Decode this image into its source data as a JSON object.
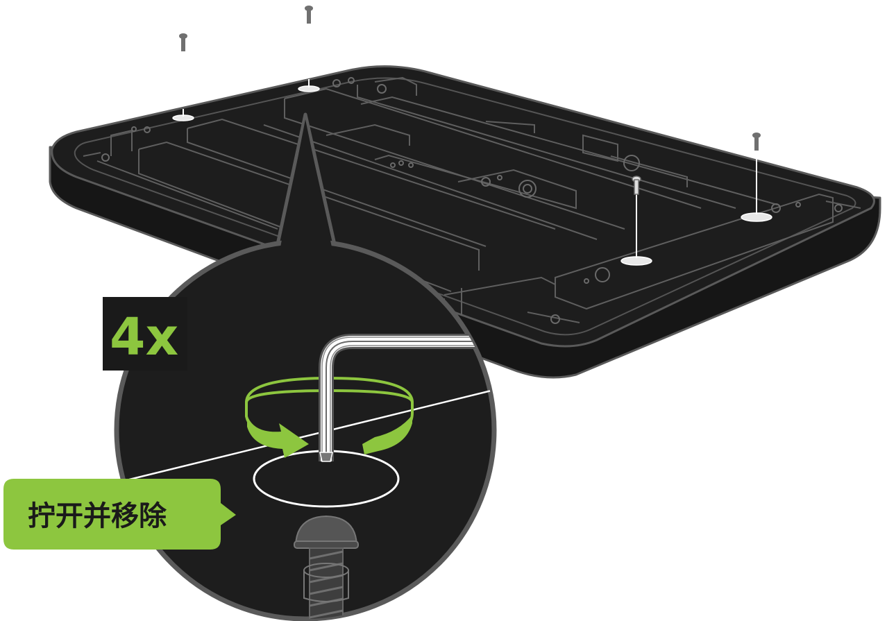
{
  "instruction": {
    "count": "4x",
    "action": "拧开并移除"
  },
  "colors": {
    "accent_green": "#8dc63f",
    "plate_dark": "#1d1d1d",
    "outline_gray": "#5a5a5a",
    "screw_gray": "#707070",
    "background": "#ffffff"
  },
  "icons": [
    "screw-icon",
    "allen-key-icon",
    "rotation-arrow-icon",
    "magnifier-callout"
  ]
}
